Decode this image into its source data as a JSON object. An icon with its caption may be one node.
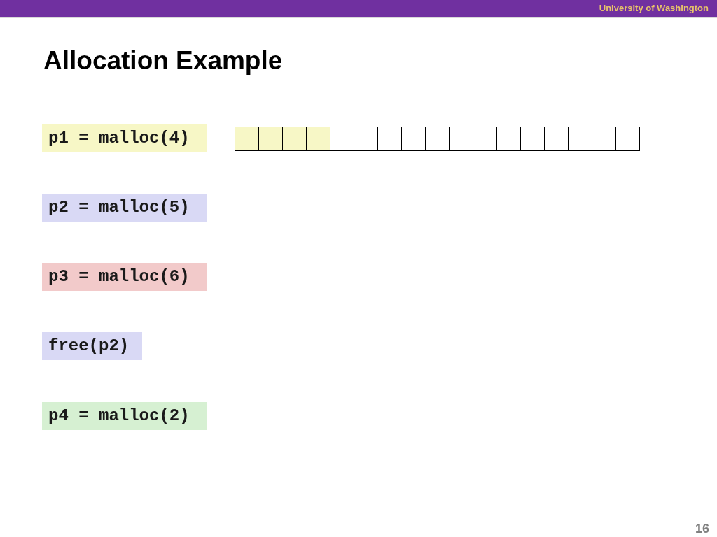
{
  "diagram": {
    "title": "Allocation Example",
    "nodes": [
      {
        "text": [
          "p1 = malloc(4)"
        ]
      },
      {
        "text": [],
        "shape": "box"
      },
      {
        "text": [],
        "shape": "box"
      },
      {
        "text": [],
        "shape": "box"
      },
      {
        "text": [],
        "shape": "box"
      },
      {
        "text": [],
        "shape": "box"
      },
      {
        "text": [],
        "shape": "box"
      },
      {
        "text": [],
        "shape": "box"
      },
      {
        "text": [],
        "shape": "box"
      },
      {
        "text": [],
        "shape": "box"
      },
      {
        "text": [],
        "shape": "box"
      },
      {
        "text": [],
        "shape": "box"
      },
      {
        "text": [],
        "shape": "box"
      },
      {
        "text": [],
        "shape": "box"
      },
      {
        "text": [],
        "shape": "box"
      },
      {
        "text": [],
        "shape": "box"
      },
      {
        "text": [],
        "shape": "box"
      },
      {
        "text": [],
        "shape": "box"
      },
      {
        "text": [
          "p2 = malloc(5)"
        ]
      },
      {
        "text": [
          "p3 = malloc(6)"
        ]
      },
      {
        "text": [
          "free(p2)"
        ]
      },
      {
        "text": [
          "p4 = malloc(2)"
        ]
      }
    ],
    "labels": [
      "University of Washington",
      "16"
    ]
  }
}
